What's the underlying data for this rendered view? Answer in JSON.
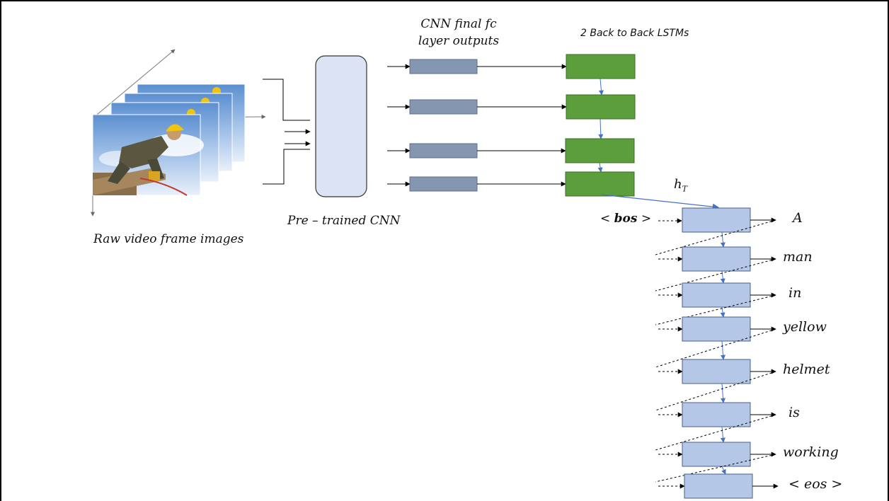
{
  "diagram": {
    "labels": {
      "cnn_output_line1": "CNN final fc",
      "cnn_output_line2": "layer outputs",
      "lstm_title": "2 Back to Back LSTMs",
      "pretrained_cnn": "Pre – trained CNN",
      "raw_frames": "Raw video frame images",
      "hidden_state": "h",
      "hidden_state_sub": "T",
      "bos_open": "< ",
      "bos_token": "bos",
      "bos_close": " >"
    },
    "output_words": [
      "A",
      "man",
      "in",
      "yellow",
      "helmet",
      "is",
      "working",
      "< eos >"
    ],
    "colors": {
      "cnn_box": "#dbe3f4",
      "fc_box": "#8496b0",
      "encoder_lstm": "#5b9e3b",
      "decoder_lstm": "#b4c7e7",
      "link_arrow": "#4472c4"
    }
  }
}
